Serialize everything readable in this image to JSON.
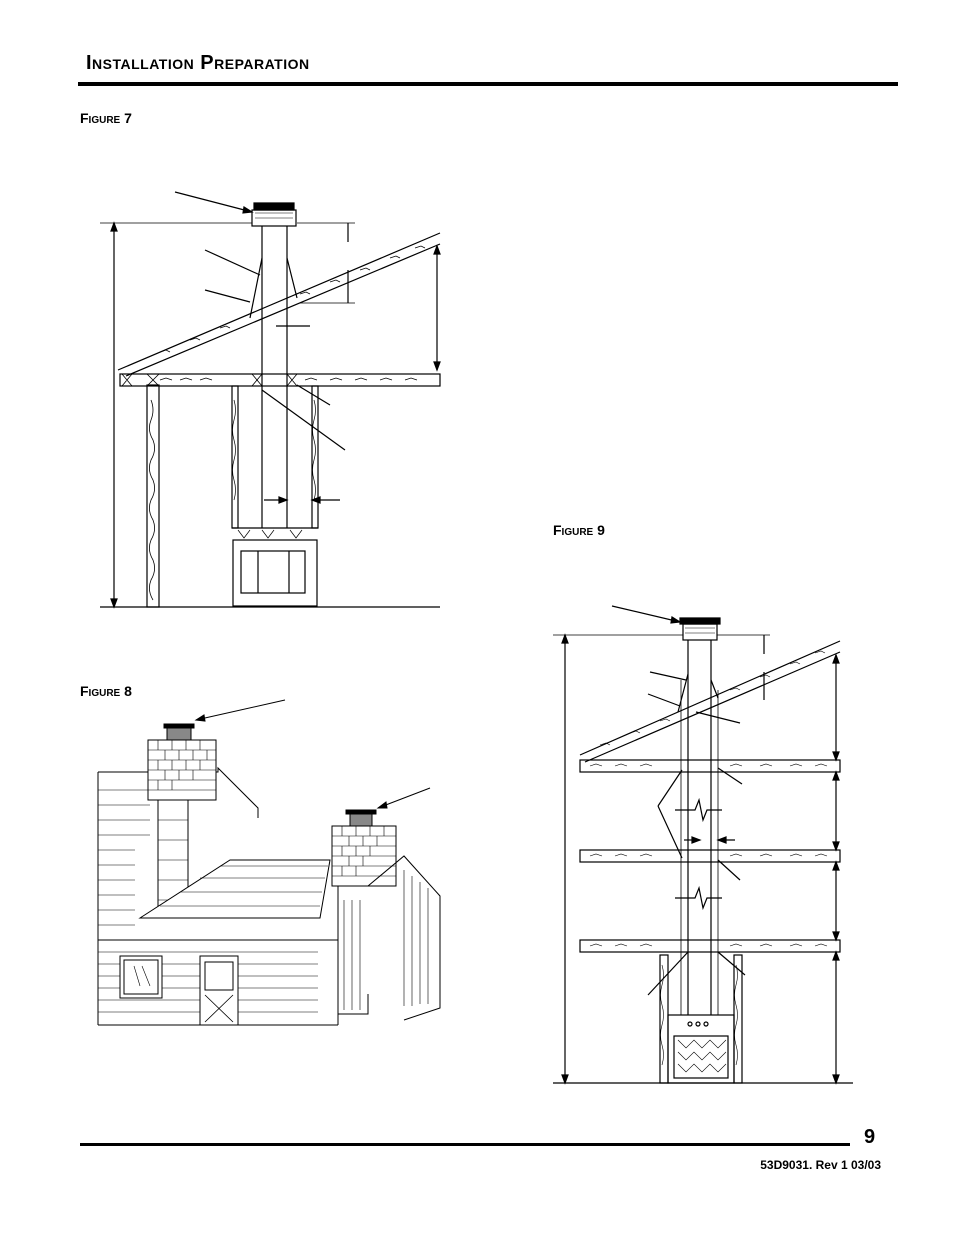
{
  "header": {
    "title": "Installation Preparation"
  },
  "figures": [
    {
      "label": "Figure 7"
    },
    {
      "label": "Figure 8"
    },
    {
      "label": "Figure 9"
    }
  ],
  "footer": {
    "page_number": "9",
    "doc_id": "53D9031. Rev 1 03/03"
  }
}
